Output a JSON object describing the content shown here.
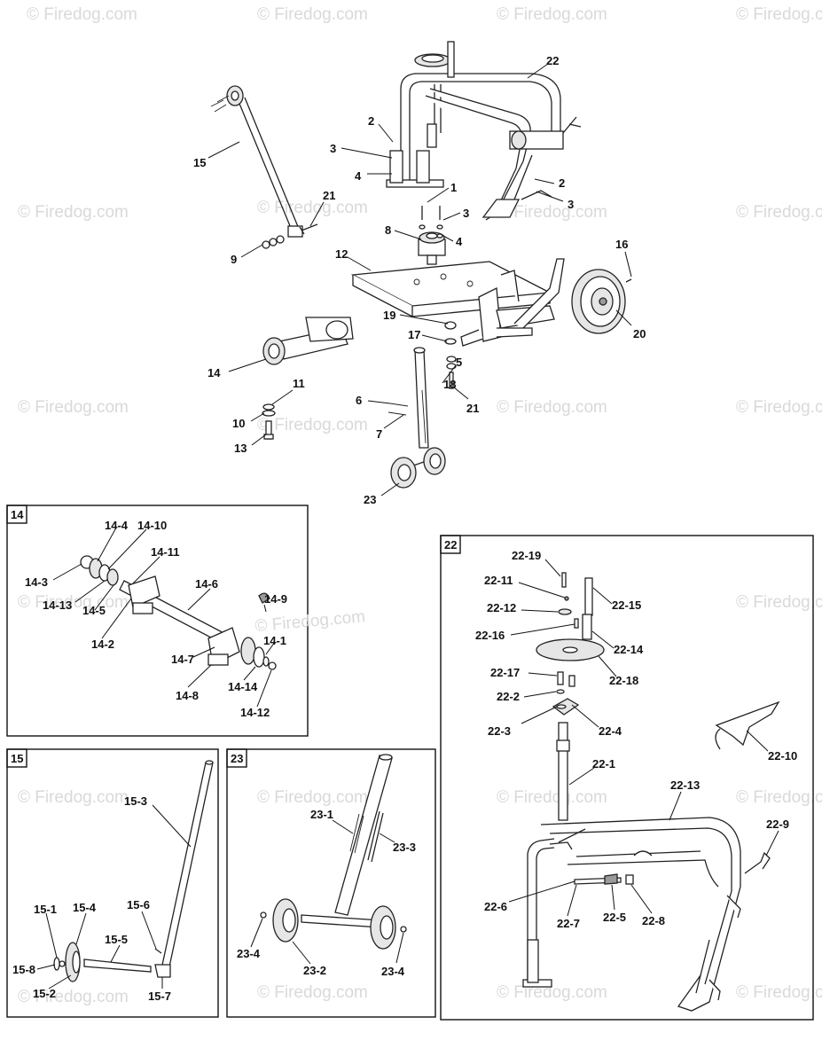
{
  "watermark": "© Firedog.com",
  "panels": {
    "p14": "14",
    "p15": "15",
    "p23": "23",
    "p22": "22"
  },
  "labels": {
    "m22": "22",
    "m2a": "2",
    "m3a": "3",
    "m4a": "4",
    "m2b": "2",
    "m3b": "3",
    "m1": "1",
    "m3c": "3",
    "m4b": "4",
    "m8": "8",
    "m15": "15",
    "m21a": "21",
    "m9": "9",
    "m12": "12",
    "m16": "16",
    "m20": "20",
    "m19": "19",
    "m17": "17",
    "m5": "5",
    "m18": "18",
    "m14": "14",
    "m11": "11",
    "m6": "6",
    "m21b": "21",
    "m10": "10",
    "m7": "7",
    "m13": "13",
    "m23": "23",
    "a14_4": "14-4",
    "a14_10": "14-10",
    "a14_11": "14-11",
    "a14_3": "14-3",
    "a14_6": "14-6",
    "a14_13": "14-13",
    "a14_5": "14-5",
    "a14_9": "14-9",
    "a14_2": "14-2",
    "a14_1": "14-1",
    "a14_7": "14-7",
    "a14_14": "14-14",
    "a14_8": "14-8",
    "a14_12": "14-12",
    "b15_3": "15-3",
    "b15_1": "15-1",
    "b15_4": "15-4",
    "b15_6": "15-6",
    "b15_5": "15-5",
    "b15_8": "15-8",
    "b15_2": "15-2",
    "b15_7": "15-7",
    "c23_1": "23-1",
    "c23_3": "23-3",
    "c23_4a": "23-4",
    "c23_2": "23-2",
    "c23_4b": "23-4",
    "d22_19": "22-19",
    "d22_11": "22-11",
    "d22_15": "22-15",
    "d22_12": "22-12",
    "d22_16": "22-16",
    "d22_14": "22-14",
    "d22_18": "22-18",
    "d22_17": "22-17",
    "d22_2": "22-2",
    "d22_3": "22-3",
    "d22_4": "22-4",
    "d22_10": "22-10",
    "d22_1": "22-1",
    "d22_13": "22-13",
    "d22_9": "22-9",
    "d22_6": "22-6",
    "d22_7": "22-7",
    "d22_5": "22-5",
    "d22_8": "22-8"
  }
}
